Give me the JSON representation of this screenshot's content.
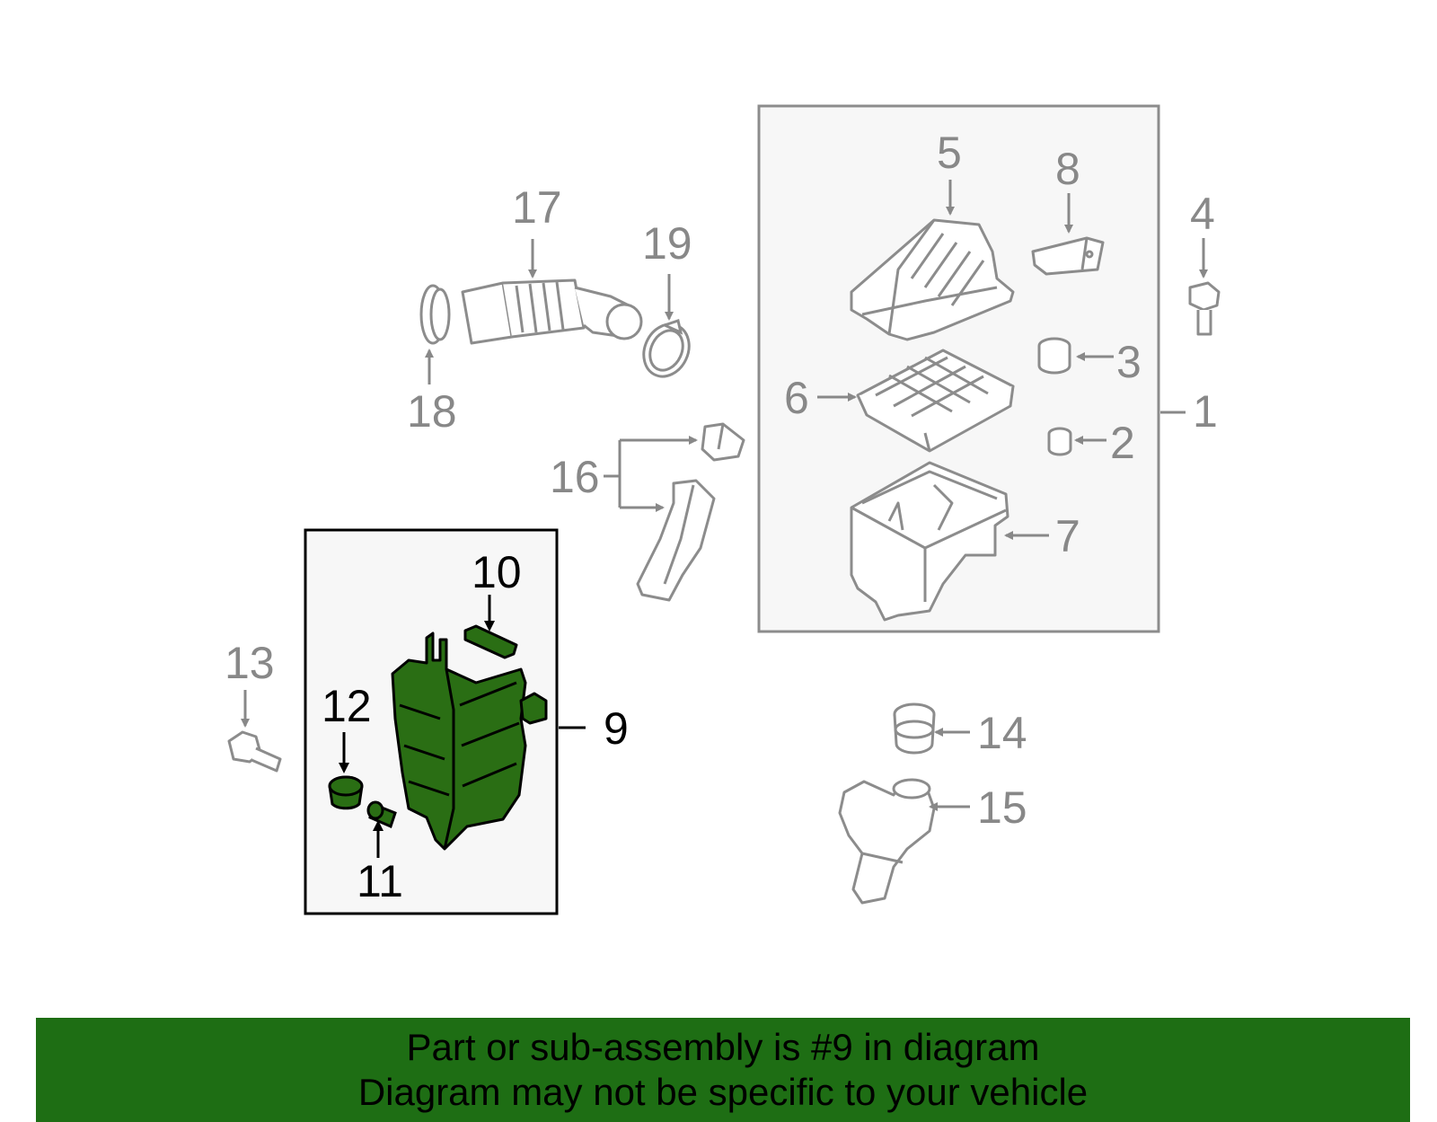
{
  "diagram": {
    "highlighted_part": "9",
    "colors": {
      "highlight_fill": "#2a6e14",
      "part_stroke": "#8c8c8c",
      "box_fill": "#f7f7f7",
      "banner_bg": "#1e6e14"
    },
    "callouts": {
      "c1": "1",
      "c2": "2",
      "c3": "3",
      "c4": "4",
      "c5": "5",
      "c6": "6",
      "c7": "7",
      "c8": "8",
      "c9": "9",
      "c10": "10",
      "c11": "11",
      "c12": "12",
      "c13": "13",
      "c14": "14",
      "c15": "15",
      "c16": "16",
      "c17": "17",
      "c18": "18",
      "c19": "19"
    }
  },
  "banner": {
    "line1": "Part or sub-assembly is #9 in diagram",
    "line2": "Diagram may not be specific to your vehicle"
  }
}
